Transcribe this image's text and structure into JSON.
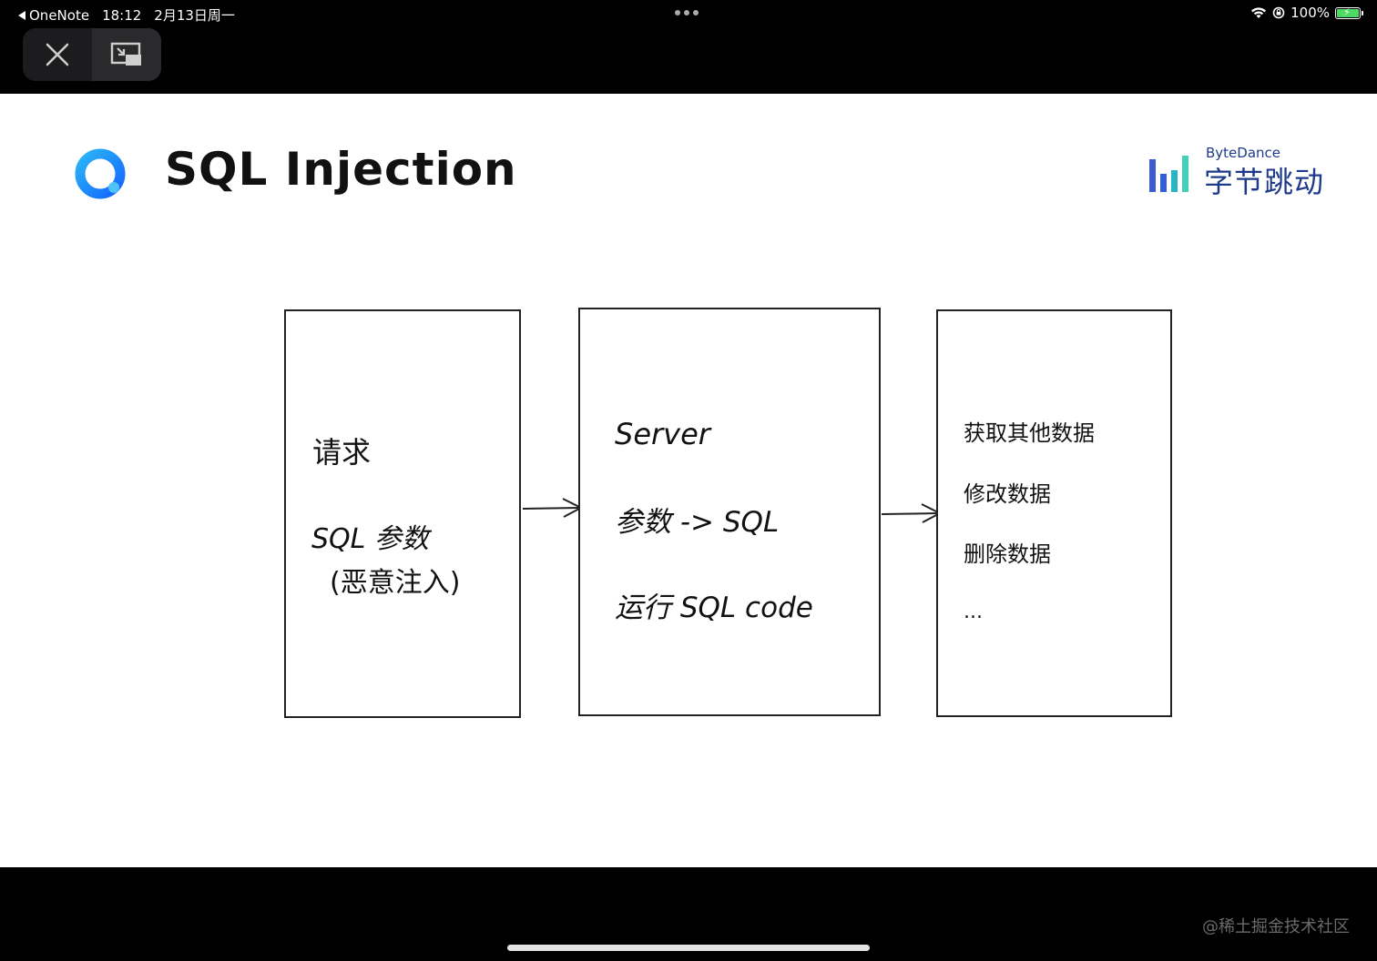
{
  "status_bar": {
    "back_app": "OneNote",
    "time": "18:12",
    "date": "2月13日周一",
    "battery": "100%",
    "battery_level": 1.0
  },
  "window_controls": {
    "close_icon": "close-icon",
    "resize_icon": "resize-window-icon"
  },
  "slide": {
    "title": "SQL Injection",
    "brand_en": "ByteDance",
    "brand_cn": "字节跳动",
    "box1": {
      "line1": "请求",
      "line2": "SQL 参数",
      "line3": "(恶意注入)"
    },
    "box2": {
      "line1": "Server",
      "line2": "参数 -> SQL",
      "line3": "运行 SQL code"
    },
    "box3": {
      "line1": "获取其他数据",
      "line2": "修改数据",
      "line3": "删除数据",
      "line4": "..."
    }
  },
  "watermark": "@稀土掘金技术社区",
  "colors": {
    "brand": "#1e3a8a",
    "logo_blue": "#1a8cff",
    "battery_green": "#4cd964"
  }
}
